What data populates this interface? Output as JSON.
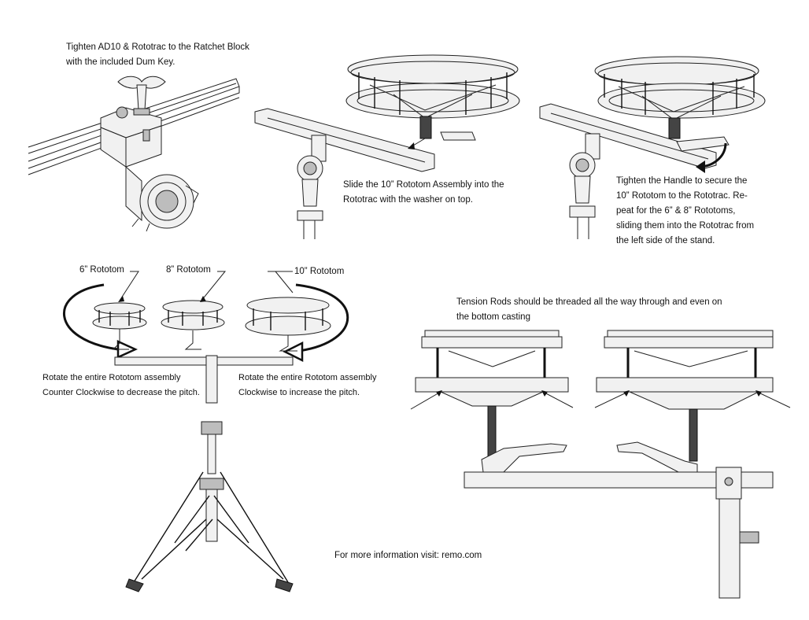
{
  "instructions": {
    "step_ratchet": "Tighten AD10 & Rototrac to the Ratchet Block\nwith the included Dum Key.",
    "step_slide": "Slide the 10” Rototom Assembly into the\nRototrac with the washer on top.",
    "step_handle": "Tighten the Handle to secure the\n10” Rototom to the Rototrac. Re-\npeat for the 6” & 8” Rototoms,\nsliding them into the Rototrac from\nthe left side of the stand.",
    "rotate_ccw": "Rotate the entire Rototom assembly\nCounter Clockwise to decrease the pitch.",
    "rotate_cw": "Rotate the entire Rototom assembly\nClockwise to increase the pitch.",
    "tension_rods": "Tension Rods should be threaded all the way through and even on\nthe bottom casting",
    "more_info": "For more information visit: remo.com"
  },
  "labels": {
    "rototom_6": "6” Rototom",
    "rototom_8": "8” Rototom",
    "rototom_10": "10” Rototom"
  }
}
